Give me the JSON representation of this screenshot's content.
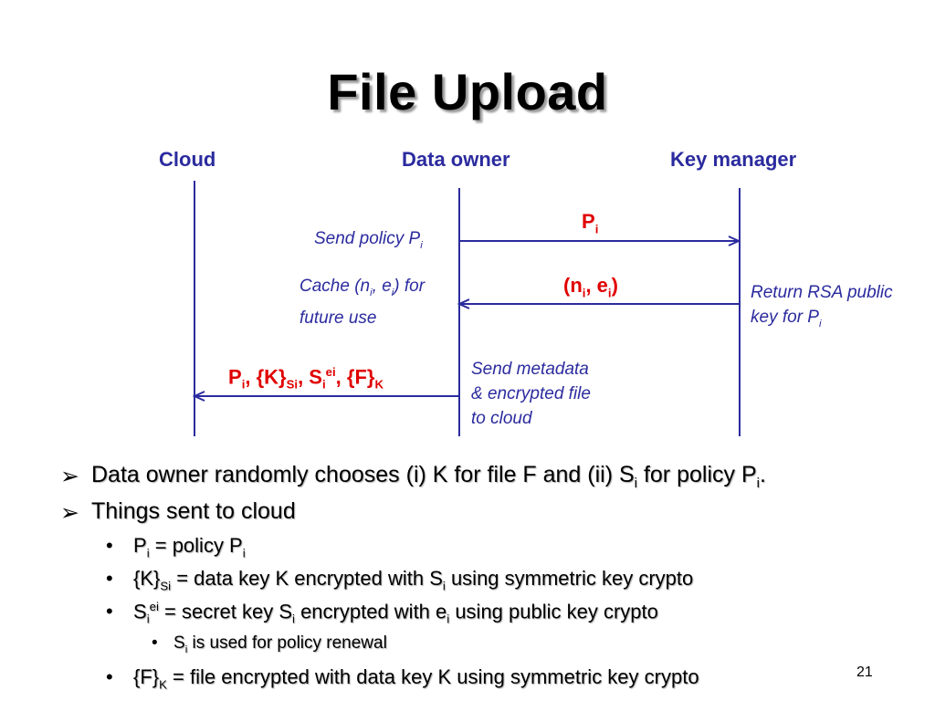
{
  "title": "File Upload",
  "columns": {
    "cloud": "Cloud",
    "owner": "Data owner",
    "keymgr": "Key manager"
  },
  "labels": {
    "send_policy": "Send policy P",
    "send_policy_sub": "i",
    "cache_a": "Cache (n",
    "cache_b": ", e",
    "cache_c": ") for",
    "cache_d": "future use",
    "return_a": "Return RSA public",
    "return_b": "key for P",
    "send_meta_1": "Send metadata",
    "send_meta_2": "& encrypted file",
    "send_meta_3": "to cloud"
  },
  "messages": {
    "m1_main": "P",
    "m1_sub": "i",
    "m2_a": "(n",
    "m2_b": ", e",
    "m2_c": ")",
    "m3_p": "P",
    "m3_k": ", {K}",
    "m3_si": "Si",
    "m3_s": ", S",
    "m3_ei": "ei",
    "m3_f": ", {F}",
    "m3_K": "K",
    "sub_i": "i"
  },
  "bullets": {
    "marker_arrow": "➢",
    "marker_dot": "•",
    "b1_a": "Data owner randomly chooses (i) K for file F and (ii) S",
    "b1_b": " for policy P",
    "b2": "Things sent to cloud",
    "s1_a": "P",
    "s1_b": " = policy P",
    "s2_a": "{K}",
    "s2_b": "Si",
    "s2_c": " = data key K encrypted with S",
    "s2_d": " using symmetric key crypto",
    "s3_a": "S",
    "s3_sup": "ei",
    "s3_b": " = secret key S",
    "s3_c": " encrypted with e",
    "s3_d": " using public key crypto",
    "t1_a": "S",
    "t1_b": " is used for policy renewal",
    "s4_a": "{F}",
    "s4_b": "K",
    "s4_c": " = file encrypted with data key K using symmetric key crypto",
    "sub_i": "i",
    "period": "."
  },
  "page_number": "21"
}
